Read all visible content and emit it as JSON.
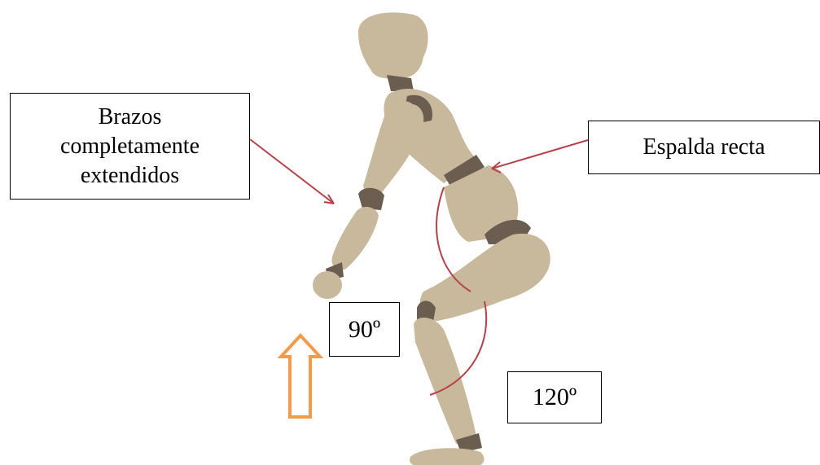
{
  "labels": {
    "arms": [
      "Brazos",
      "completamente",
      "extendidos"
    ],
    "back": "Espalda recta",
    "knee_angle": "90º",
    "hip_angle": "120º"
  },
  "colors": {
    "body": "#c9b99c",
    "joint": "#6b5d50",
    "arrow_red": "#b5424a",
    "arc_red": "#b5424a",
    "lift_arrow": "#f39b4b"
  },
  "icons": {
    "lift_arrow": "up-arrow-icon"
  }
}
